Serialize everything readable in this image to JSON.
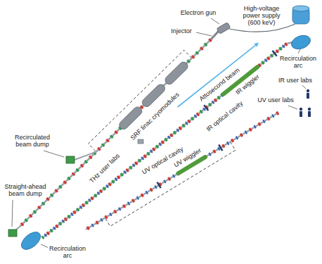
{
  "diagram": {
    "labels": [
      "High-voltage power supply (600 keV)",
      "Electron gun",
      "Injector",
      "Recirculation arc",
      "IR user labs",
      "Attosecond beam",
      "IR wiggler",
      "IR optical cavity",
      "UV user labs",
      "SRF linac cryomodules",
      "THz user labs",
      "Recirculated beam dump",
      "UV wiggler",
      "UV optical cavity",
      "Straight-ahead beam dump",
      "Recirculation arc"
    ]
  }
}
